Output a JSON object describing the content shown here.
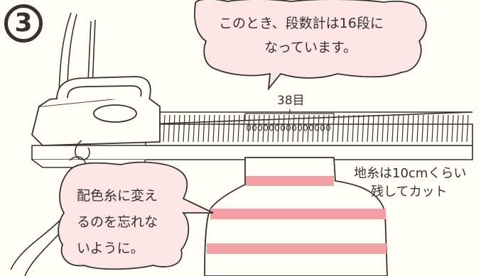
{
  "step": {
    "number": "3"
  },
  "bubble_top": {
    "line1": "このとき、段数計は16段に",
    "line2": "なっています。"
  },
  "stitch_label": "38目",
  "note_right": {
    "line1": "地糸は10cmくらい",
    "line2": "残してカット"
  },
  "bubble_left": {
    "line1": "配色糸に変え",
    "line2": "るのを忘れな",
    "line3": "いように。"
  },
  "colors": {
    "stripe": "#f2a0a5",
    "bubble_fill": "#fde4e5",
    "ink": "#333333",
    "paper": "#fffdf5"
  }
}
